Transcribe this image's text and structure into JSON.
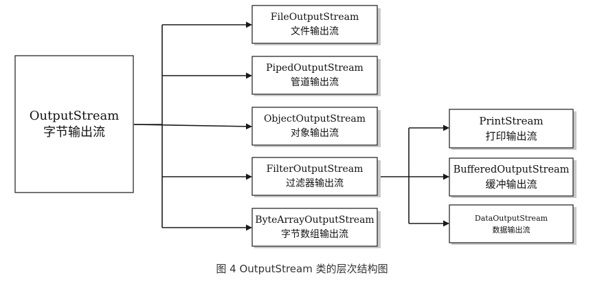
{
  "root": {
    "name": "OutputStream",
    "desc": "字节输出流"
  },
  "level1": [
    {
      "name": "FileOutputStream",
      "desc": "文件输出流"
    },
    {
      "name": "PipedOutputStream",
      "desc": "管道输出流"
    },
    {
      "name": "ObjectOutputStream",
      "desc": "对象输出流"
    },
    {
      "name": "FilterOutputStream",
      "desc": "过滤器输出流"
    },
    {
      "name": "ByteArrayOutputStream",
      "desc": "字节数组输出流"
    }
  ],
  "level2": [
    {
      "name": "PrintStream",
      "desc": "打印输出流"
    },
    {
      "name": "BufferedOutputStream",
      "desc": "缓冲输出流"
    },
    {
      "name": "DataOutputStream",
      "desc": "数据输出流"
    }
  ],
  "caption": "图 4  OutputStream 类的层次结构图"
}
